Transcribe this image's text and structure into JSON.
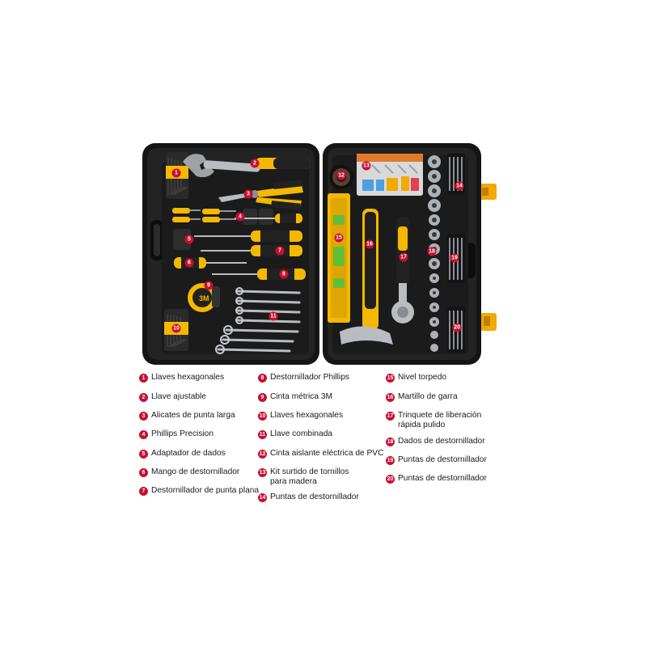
{
  "colors": {
    "case": "#1f1f1f",
    "case_edge": "#111111",
    "latch": "#f2a900",
    "tool_yellow": "#f5b800",
    "metal": "#b9bcc0",
    "marker": "#c8102e"
  },
  "markers": [
    "1",
    "2",
    "3",
    "4",
    "5",
    "6",
    "7",
    "8",
    "9",
    "10",
    "11",
    "12",
    "13",
    "14",
    "15",
    "16",
    "17",
    "18",
    "19",
    "20"
  ],
  "legend": [
    {
      "num": "1",
      "text": "Llaves hexagonales"
    },
    {
      "num": "2",
      "text": "Llave ajustable"
    },
    {
      "num": "3",
      "text": "Alicates de punta larga"
    },
    {
      "num": "4",
      "text": "Phillips Precision"
    },
    {
      "num": "5",
      "text": "Adaptador de dados"
    },
    {
      "num": "6",
      "text": "Mango de destornillador"
    },
    {
      "num": "7",
      "text": "Destornillador de punta plana"
    },
    {
      "num": "8",
      "text": "Destornillador Phillips"
    },
    {
      "num": "9",
      "text": "Cinta métrica 3M"
    },
    {
      "num": "10",
      "text": "Llaves hexagonales"
    },
    {
      "num": "11",
      "text": "Llave combinada"
    },
    {
      "num": "12",
      "text": "Cinta aislante eléctrica de PVC"
    },
    {
      "num": "13",
      "text": "Kit surtido de tornillos\npara madera"
    },
    {
      "num": "14",
      "text": "Puntas de destornillador"
    },
    {
      "num": "15",
      "text": "Nivel torpedo"
    },
    {
      "num": "16",
      "text": "Martillo de garra"
    },
    {
      "num": "17",
      "text": "Trinquete de liberación\nrápida pulido"
    },
    {
      "num": "18",
      "text": "Dados de destornillador"
    },
    {
      "num": "19",
      "text": "Puntas de destornillador"
    },
    {
      "num": "20",
      "text": "Puntas de destornillador"
    }
  ]
}
